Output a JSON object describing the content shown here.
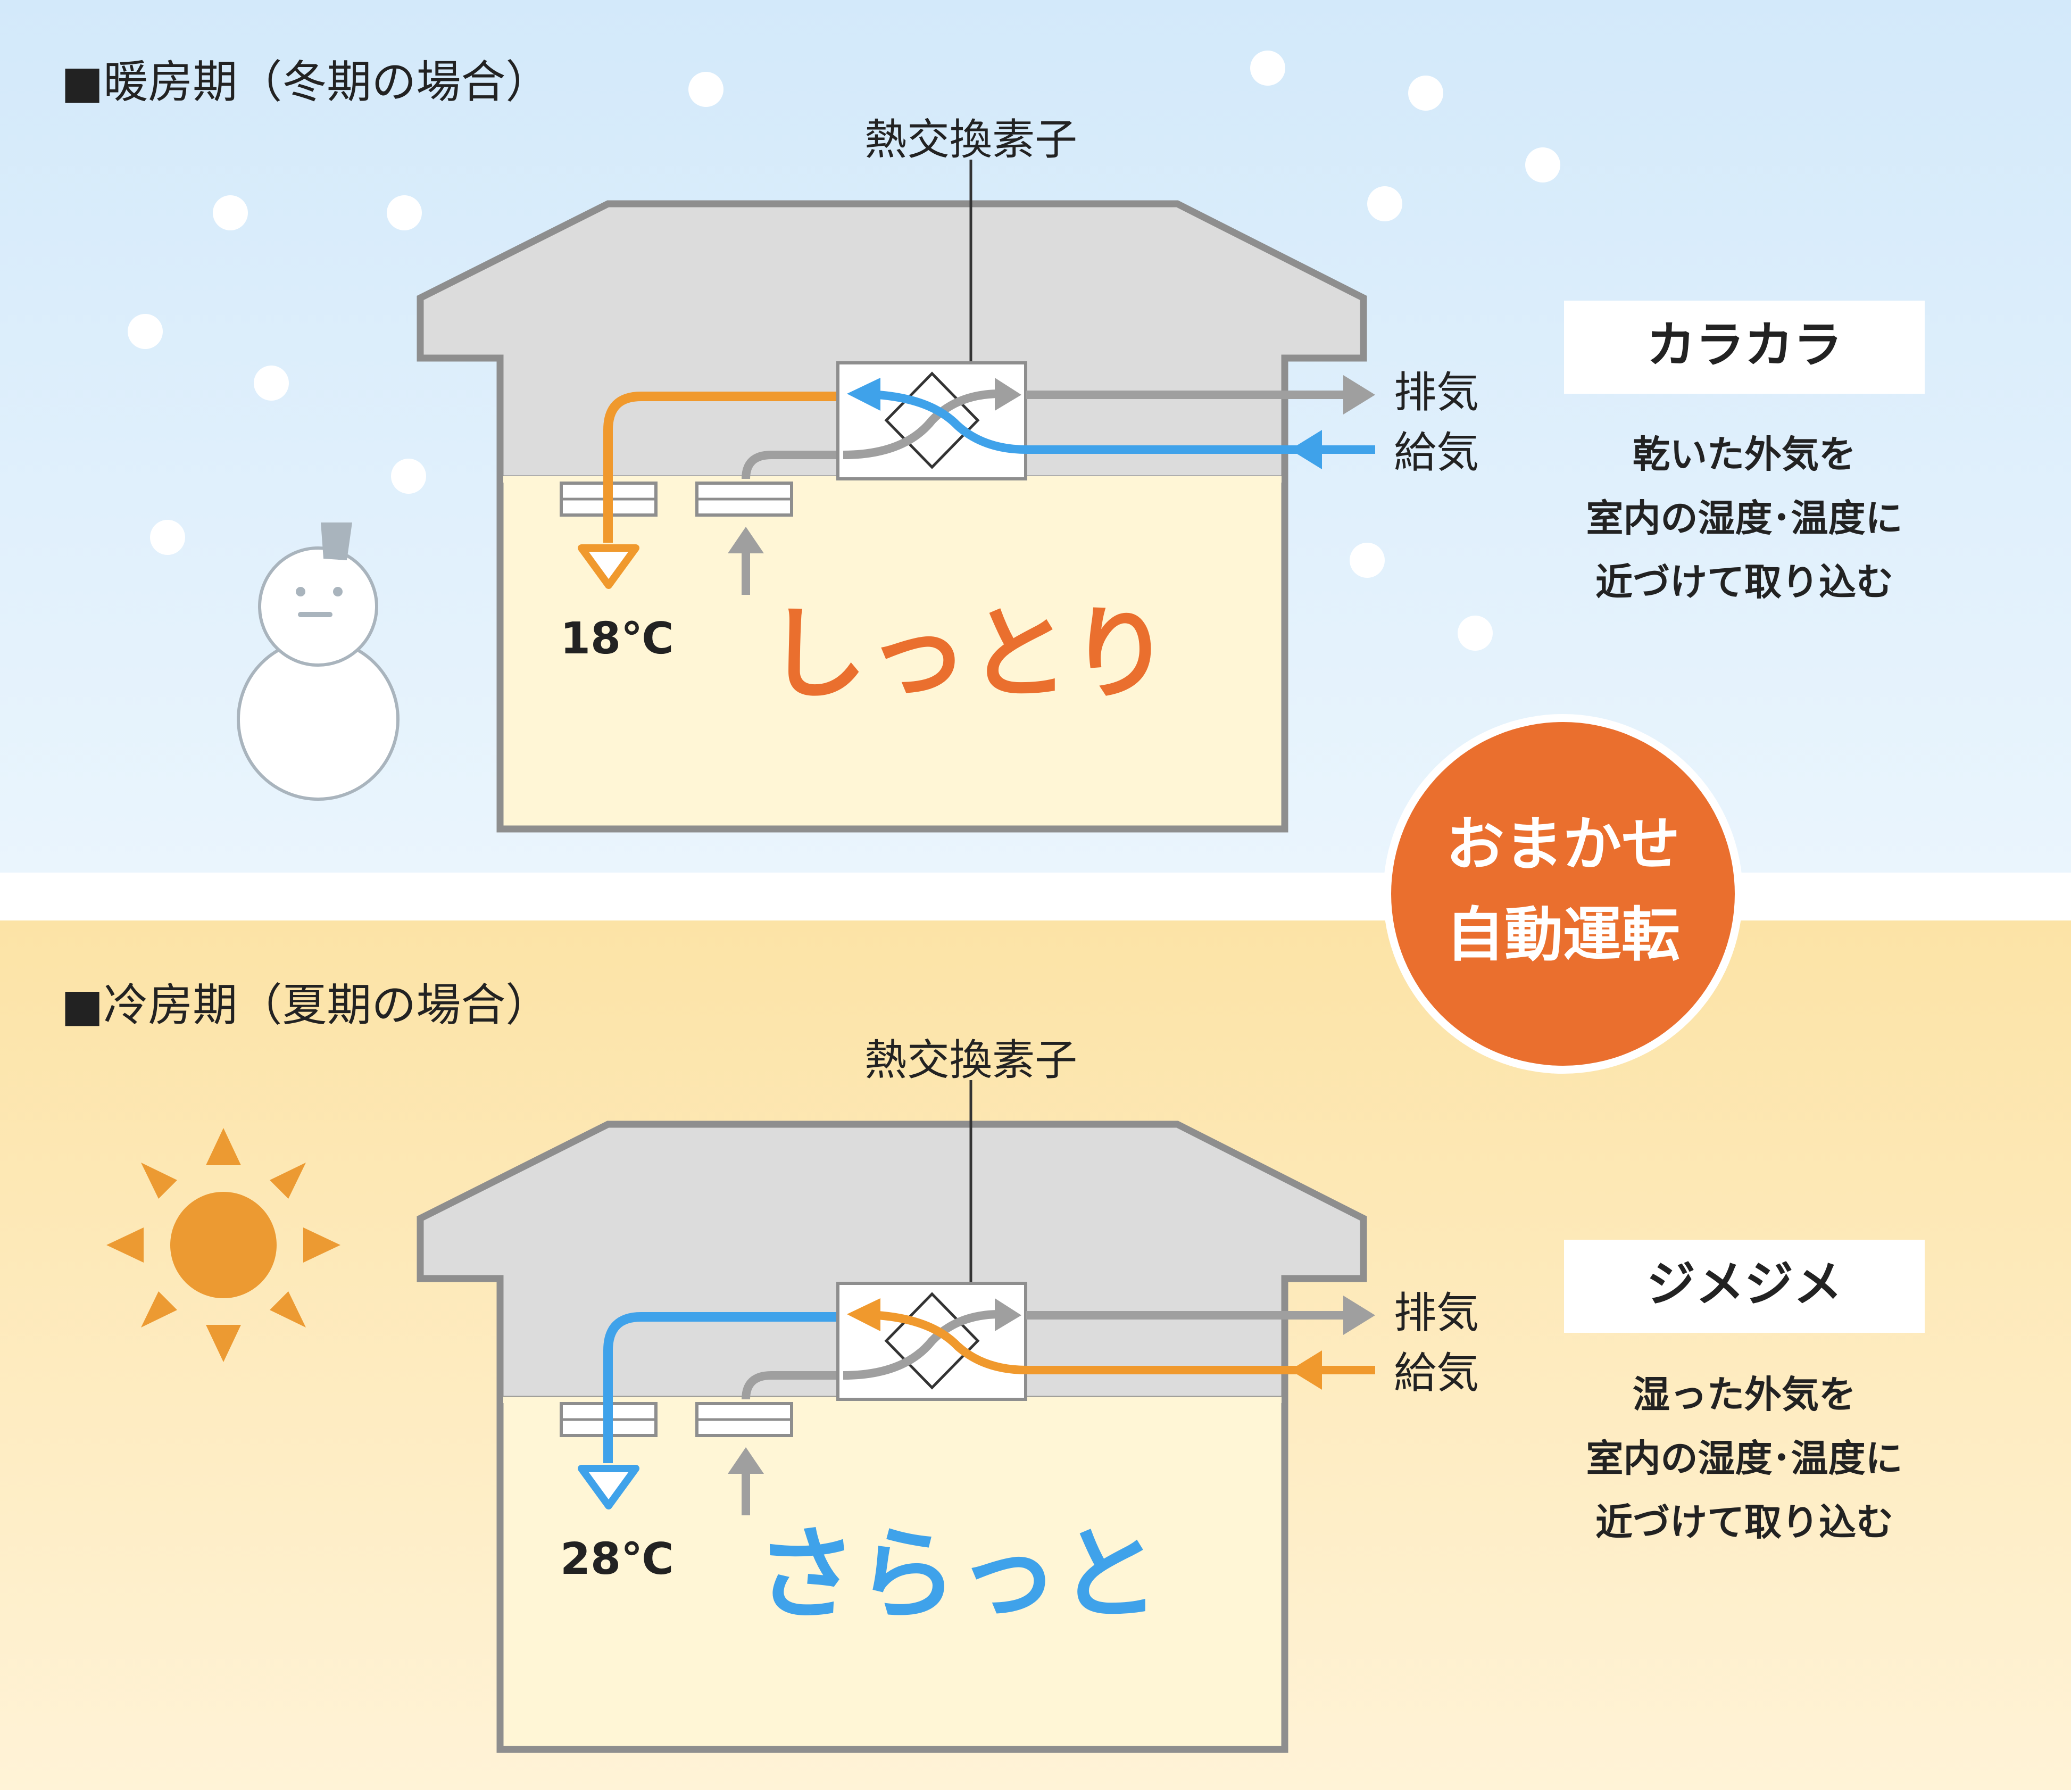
{
  "colors": {
    "winter_bg_top": "#d3e9fa",
    "winter_bg_bottom": "#eaf5fd",
    "summer_bg_top": "#fce3a6",
    "summer_bg_bottom": "#fff3d7",
    "house_gray": "#dcdcdc",
    "house_outline": "#8e8e8e",
    "room_cream": "#fff6d6",
    "orange_air": "#f0992d",
    "blue_air": "#3fa2ea",
    "gray_air": "#9f9f9f",
    "shittori_text": "#ea6f2e",
    "sarratto_text": "#3fa2ea",
    "badge_orange": "#ea6f2e",
    "sun": "#ec9a32"
  },
  "winter": {
    "section_title": "■暖房期（冬期の場合）",
    "element_label": "熱交換素子",
    "exhaust_label": "排気",
    "supply_label": "給気",
    "room_temp": "18℃",
    "feel_word": "しっとり",
    "outside_label": "カラカラ",
    "desc": [
      "乾いた外気を",
      "室内の湿度･温度に",
      "近づけて取り込む"
    ],
    "icon": "snowman-icon"
  },
  "summer": {
    "section_title": "■冷房期（夏期の場合）",
    "element_label": "熱交換素子",
    "exhaust_label": "排気",
    "supply_label": "給気",
    "room_temp": "28℃",
    "feel_word": "さらっと",
    "outside_label": "ジメジメ",
    "desc": [
      "湿った外気を",
      "室内の湿度･温度に",
      "近づけて取り込む"
    ],
    "icon": "sun-icon"
  },
  "badge": {
    "line1": "おまかせ",
    "line2": "自動運転"
  }
}
